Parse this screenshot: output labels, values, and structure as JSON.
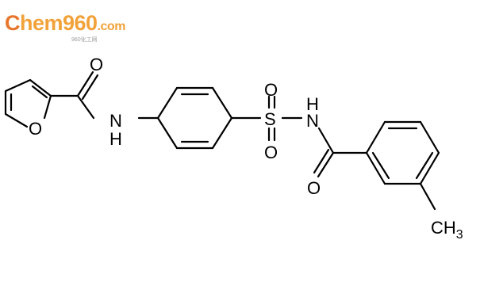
{
  "logo": {
    "main_first": "C",
    "main_rest": "hem960",
    "suffix": ".com",
    "sub": "960化工网",
    "color_primary": "#e8762c",
    "color_secondary": "#f2a23a"
  },
  "molecule": {
    "bond_color": "#000000",
    "atoms": {
      "furan_oxygen": "O",
      "carbonyl_oxygen_1": "O",
      "amide_nitrogen_1": "N",
      "sulfur": "S",
      "sulfonyl_oxygen_top": "O",
      "sulfonyl_oxygen_bottom": "O",
      "sulfonamide_nitrogen": "N",
      "carbonyl_oxygen_2": "O",
      "methyl": "CH3"
    },
    "hydrogens": {
      "amide_h_1": "H",
      "sulfonamide_h": "H"
    }
  }
}
